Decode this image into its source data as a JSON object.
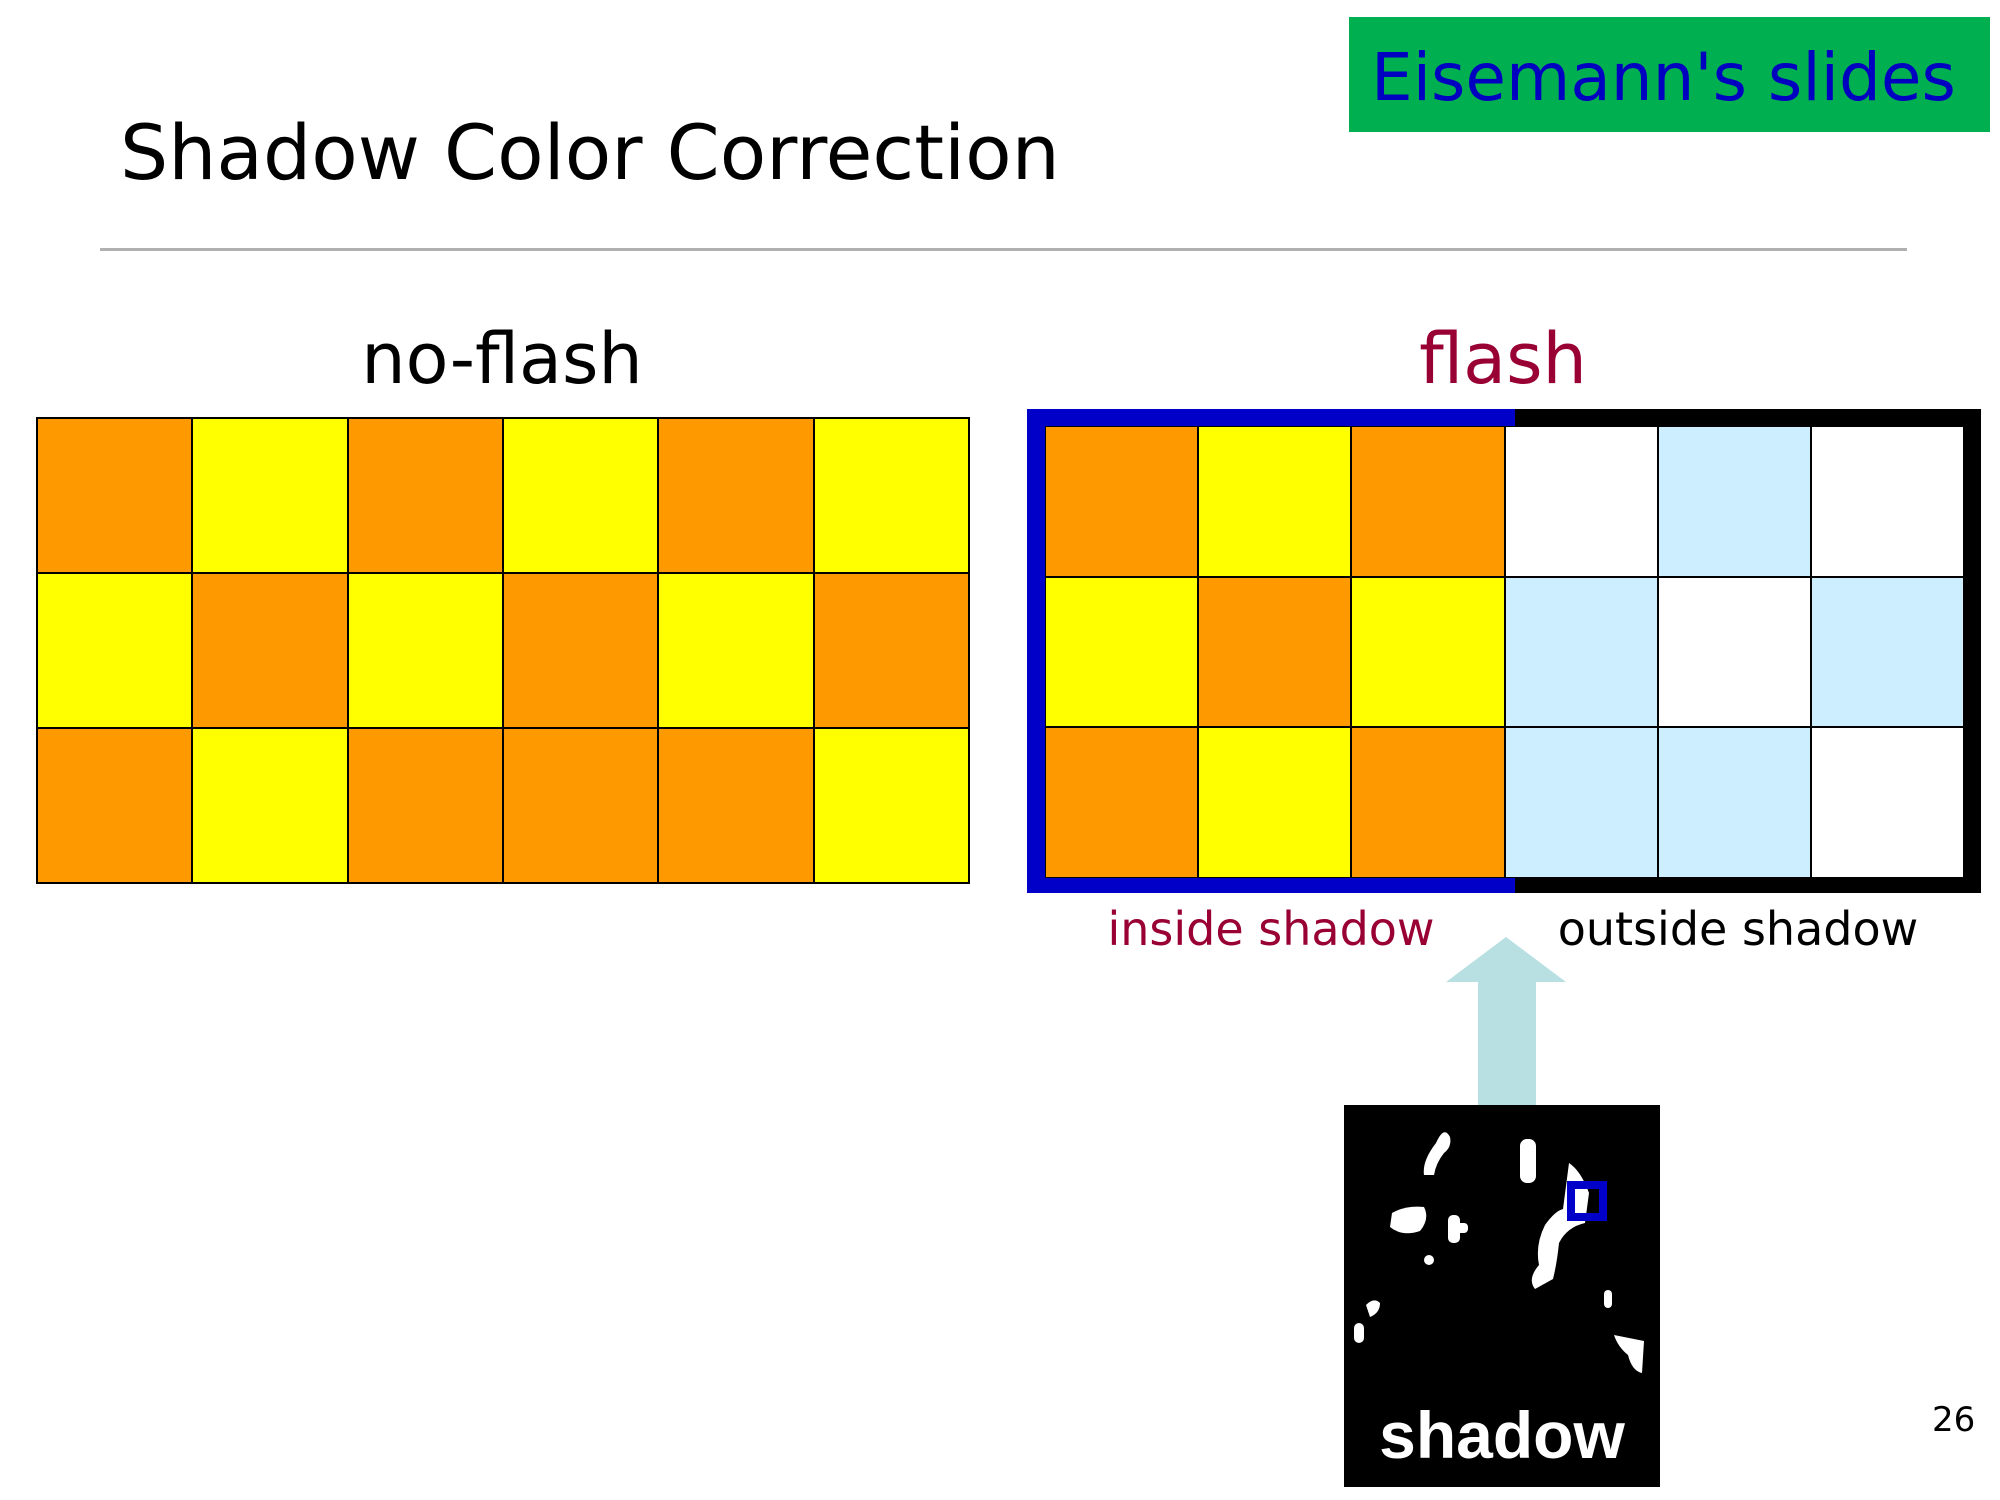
{
  "slide": {
    "title": "Shadow Color Correction",
    "badge": "Eisemann's slides",
    "page_number": "26"
  },
  "colors": {
    "O": "#ff9900",
    "Y": "#ffff00",
    "W": "#ffffff",
    "B": "#cceeff",
    "badge_bg": "#00b050",
    "badge_text": "#0000c0",
    "accent_red": "#990033",
    "shadow_outline": "#0000c8",
    "arrow": "#b8e0e3"
  },
  "no_flash": {
    "label": "no-flash",
    "cells": [
      [
        "O",
        "Y",
        "O",
        "Y",
        "O",
        "Y"
      ],
      [
        "Y",
        "O",
        "Y",
        "O",
        "Y",
        "O"
      ],
      [
        "O",
        "Y",
        "O",
        "O",
        "O",
        "Y"
      ]
    ]
  },
  "flash": {
    "label": "flash",
    "cells": [
      [
        "O",
        "Y",
        "O",
        "W",
        "B",
        "W"
      ],
      [
        "Y",
        "O",
        "Y",
        "B",
        "W",
        "B"
      ],
      [
        "O",
        "Y",
        "O",
        "B",
        "B",
        "W"
      ]
    ],
    "inside_label": "inside shadow",
    "outside_label": "outside shadow"
  },
  "shadow_mask": {
    "label": "shadow"
  }
}
